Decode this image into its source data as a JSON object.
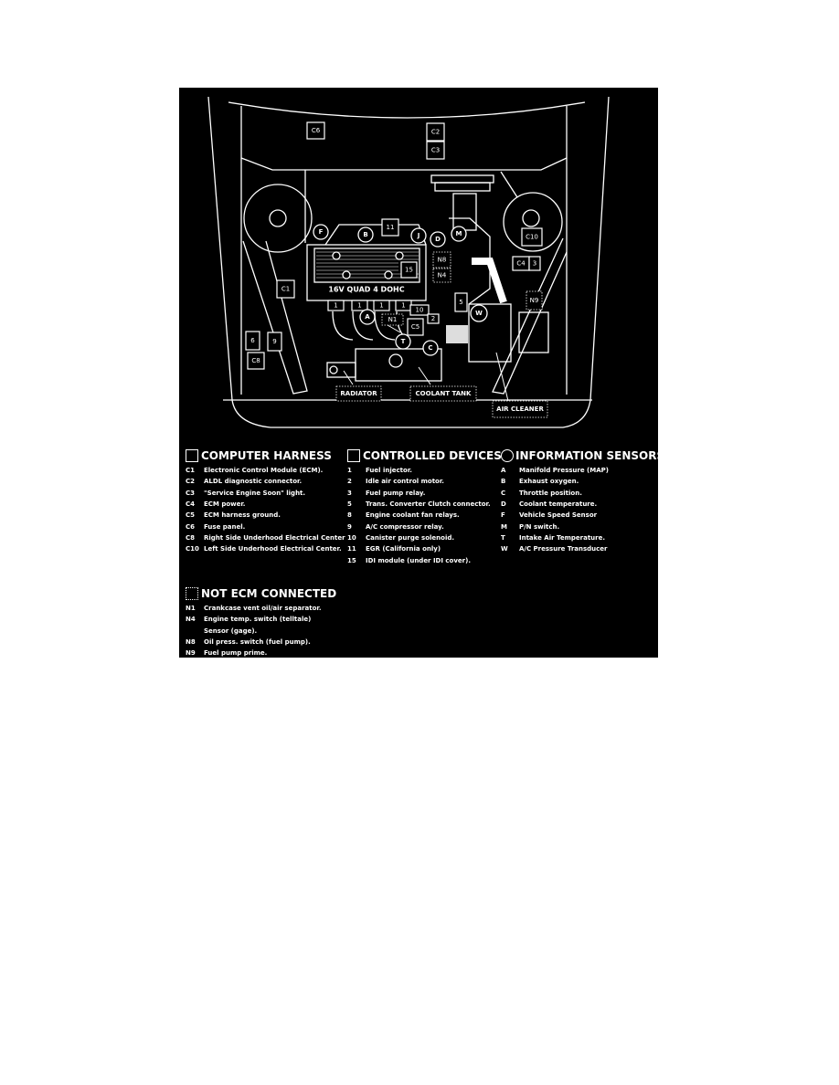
{
  "diagram": {
    "engine_label": "16V QUAD 4 DOHC",
    "callouts": {
      "C6": "C6",
      "C2": "C2",
      "C3": "C3",
      "C1": "C1",
      "C4": "C4",
      "C5": "C5",
      "C8": "C8",
      "C10": "C10",
      "d1": "1",
      "d2": "2",
      "d3": "3",
      "d5": "5",
      "d6": "6",
      "d9": "9",
      "d10": "10",
      "d11": "11",
      "d15": "15",
      "A": "A",
      "B": "B",
      "C": "C",
      "D": "D",
      "F": "F",
      "J": "J",
      "M": "M",
      "T": "T",
      "W": "W",
      "N1": "N1",
      "N4": "N4",
      "N8": "N8",
      "N9": "N9"
    },
    "radiator": "RADIATOR",
    "coolant_tank": "COOLANT TANK",
    "air_cleaner": "AIR CLEANER"
  },
  "legend": {
    "computer_harness": {
      "title": "COMPUTER HARNESS",
      "items": [
        {
          "code": "C1",
          "text": "Electronic Control Module (ECM)."
        },
        {
          "code": "C2",
          "text": "ALDL diagnostic connector."
        },
        {
          "code": "C3",
          "text": "\"Service Engine Soon\" light."
        },
        {
          "code": "C4",
          "text": "ECM power."
        },
        {
          "code": "C5",
          "text": "ECM harness ground."
        },
        {
          "code": "C6",
          "text": "Fuse panel."
        },
        {
          "code": "C8",
          "text": "Right Side Underhood Electrical Center"
        },
        {
          "code": "C10",
          "text": "Left Side Underhood Electrical Center."
        }
      ]
    },
    "controlled_devices": {
      "title": "CONTROLLED DEVICES",
      "items": [
        {
          "code": "1",
          "text": "Fuel injector."
        },
        {
          "code": "2",
          "text": "Idle air control motor."
        },
        {
          "code": "3",
          "text": "Fuel pump relay."
        },
        {
          "code": "5",
          "text": "Trans. Converter Clutch connector."
        },
        {
          "code": "8",
          "text": "Engine coolant fan relays."
        },
        {
          "code": "9",
          "text": "A/C compressor relay."
        },
        {
          "code": "10",
          "text": "Canister purge solenoid."
        },
        {
          "code": "11",
          "text": "EGR (California only)"
        },
        {
          "code": "15",
          "text": "IDI module (under IDI cover)."
        }
      ]
    },
    "information_sensors": {
      "title": "INFORMATION SENSORS",
      "items": [
        {
          "code": "A",
          "text": "Manifold Pressure (MAP)"
        },
        {
          "code": "B",
          "text": "Exhaust oxygen."
        },
        {
          "code": "C",
          "text": "Throttle position."
        },
        {
          "code": "D",
          "text": "Coolant temperature."
        },
        {
          "code": "F",
          "text": "Vehicle Speed Sensor"
        },
        {
          "code": "M",
          "text": "P/N switch."
        },
        {
          "code": "T",
          "text": "Intake Air Temperature."
        },
        {
          "code": "W",
          "text": "A/C Pressure Transducer"
        }
      ]
    },
    "not_ecm_connected": {
      "title": "NOT ECM CONNECTED",
      "items": [
        {
          "code": "N1",
          "text": "Crankcase vent oil/air separator."
        },
        {
          "code": "N4",
          "text": "Engine temp. switch (telltale)"
        },
        {
          "code": "",
          "text": "Sensor (gage)."
        },
        {
          "code": "N8",
          "text": "Oil press. switch (fuel pump)."
        },
        {
          "code": "N9",
          "text": "Fuel pump prime."
        }
      ]
    }
  }
}
